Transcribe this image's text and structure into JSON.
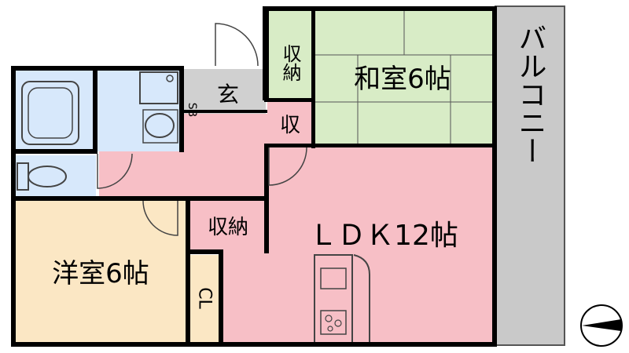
{
  "rooms": {
    "washitsu": {
      "label": "和室6帖",
      "color": "#d8ecc6"
    },
    "ldk": {
      "label": "ＬＤＫ12帖",
      "color": "#f7bfc6"
    },
    "youshitsu": {
      "label": "洋室6帖",
      "color": "#fbe7c4"
    },
    "balcony": {
      "label": "バルコニー",
      "color": "#c9c9c9"
    },
    "genkan": {
      "label": "玄",
      "color": "#d0d0d0"
    },
    "storage_top": {
      "label": "収納",
      "color": "#d8ecc6"
    },
    "storage_small": {
      "label": "収",
      "color": "#f7bfc6"
    },
    "storage_mid": {
      "label": "収納",
      "color": "#f7bfc6"
    },
    "closet": {
      "label": "CL"
    },
    "shoebox": {
      "label": "SB"
    },
    "wet_area": {
      "color": "#d7e8fb"
    }
  },
  "wall_color": "#000000",
  "compass": {
    "pointer": "north-arrow"
  }
}
